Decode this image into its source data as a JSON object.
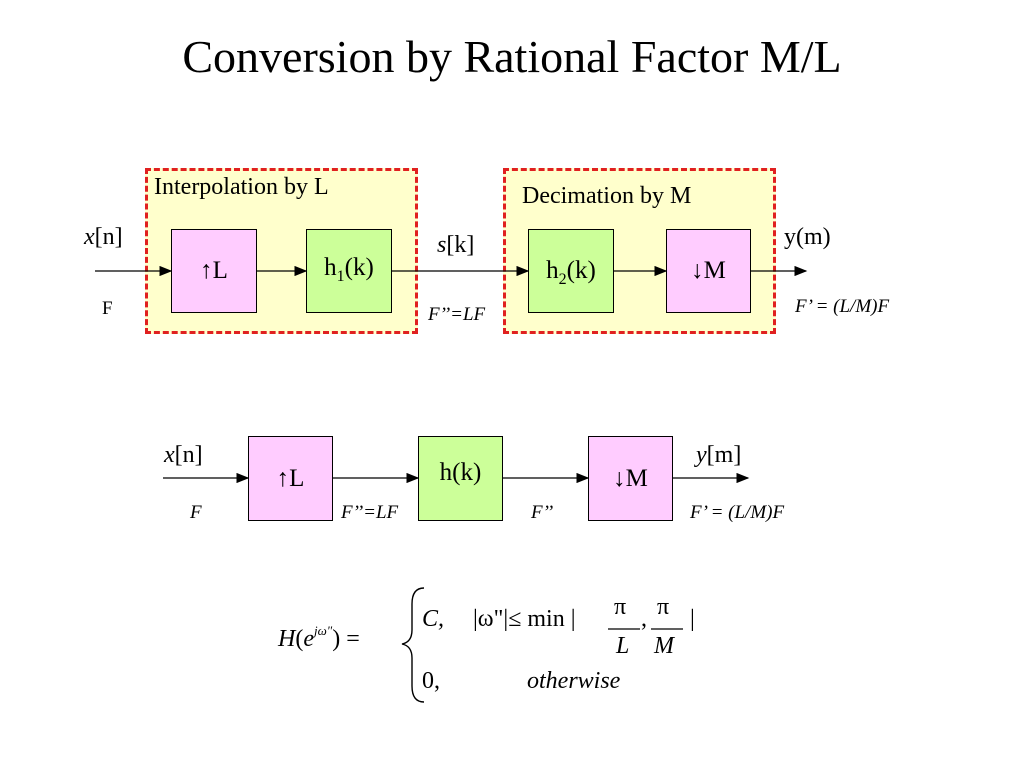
{
  "title": "Conversion by Rational Factor M/L",
  "top": {
    "interp_label": "Interpolation by L",
    "decim_label": "Decimation by M",
    "input_x": "x",
    "input_n": "[n]",
    "input_rate": "F",
    "up_block": "↑L",
    "h1_pre": "h",
    "h1_sub": "1",
    "h1_post": "(k)",
    "mid_s": "s",
    "mid_k": "[k]",
    "mid_rate": "F’’=LF",
    "h2_pre": "h",
    "h2_sub": "2",
    "h2_post": "(k)",
    "down_block": "↓M",
    "output": "y(m)",
    "output_rate": "F’ = (L/M)F"
  },
  "bottom": {
    "input_x": "x",
    "input_n": "[n]",
    "input_rate": "F",
    "up_block": "↑L",
    "rate_after_up": "F’’=LF",
    "h_block": "h(k)",
    "rate_after_h": "F’’",
    "down_block": "↓M",
    "output_y": "y",
    "output_m": "[m]",
    "output_rate": "F’ = (L/M)F"
  },
  "formula": {
    "lhs_H": "H",
    "lhs_open": "(",
    "lhs_e": "e",
    "lhs_exp": "jω\"",
    "lhs_close": ") =",
    "case1_C": "C,",
    "case1_cond": "|ω\"|≤ min |",
    "pi1": "π",
    "den1": "L",
    "comma": ",",
    "pi2": "π",
    "den2": "M",
    "bar_end": "|",
    "case2_val": "0,",
    "case2_cond": "otherwise"
  }
}
